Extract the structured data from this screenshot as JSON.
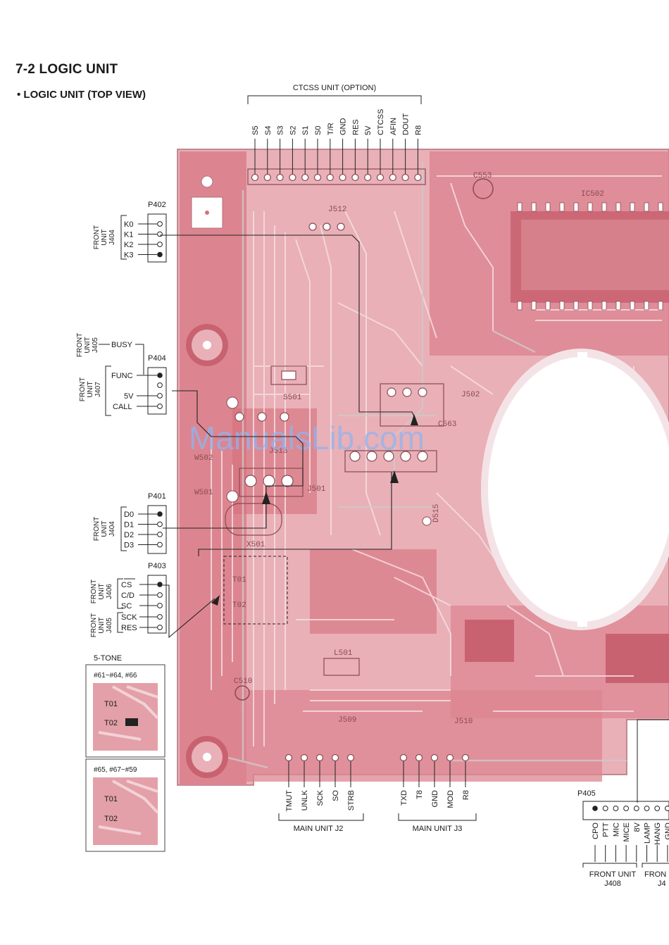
{
  "page": {
    "title": "7-2  LOGIC UNIT",
    "subtitle": "• LOGIC UNIT (TOP VIEW)",
    "watermark": "ManualsLib.com"
  },
  "ctcss": {
    "group_label": "CTCSS UNIT (OPTION)",
    "pins": [
      "S5",
      "S4",
      "S3",
      "S2",
      "S1",
      "S0",
      "T/R",
      "GND",
      "RES",
      "5V",
      "CTCSS",
      "AFIN",
      "DOUT",
      "R8"
    ]
  },
  "p402": {
    "label": "P402",
    "unit": [
      "FRONT",
      "UNIT",
      "J404"
    ],
    "pins": [
      "K0",
      "K1",
      "K2",
      "K3"
    ]
  },
  "busy": {
    "unit": [
      "FRONT",
      "UNIT",
      "J405"
    ],
    "pin": "BUSY"
  },
  "p404": {
    "label": "P404",
    "unit": [
      "FRONT",
      "UNIT",
      "J407"
    ],
    "pins": [
      "FUNC",
      "5V",
      "CALL"
    ]
  },
  "p401": {
    "label": "P401",
    "unit": [
      "FRONT",
      "UNIT",
      "J404"
    ],
    "pins": [
      "D0",
      "D1",
      "D2",
      "D3"
    ]
  },
  "p403": {
    "label": "P403",
    "unit_a": [
      "FRONT",
      "UNIT",
      "J406"
    ],
    "unit_b": [
      "FRONT",
      "UNIT",
      "J405"
    ],
    "pins": [
      "CS",
      "C/D",
      "SC",
      "SCK",
      "RES"
    ]
  },
  "five_tone": {
    "label": "5-TONE",
    "box1": {
      "caption": "#61~#64, #66",
      "t01": "T01",
      "t02": "T02"
    },
    "box2": {
      "caption": "#65, #67~#59",
      "t01": "T01",
      "t02": "T02"
    }
  },
  "main_j2": {
    "label": "MAIN UNIT J2",
    "pins": [
      "TMUT",
      "UNLK",
      "SCK",
      "SO",
      "STRB"
    ]
  },
  "main_j3": {
    "label": "MAIN UNIT J3",
    "pins": [
      "TXD",
      "T8",
      "GND",
      "MOD",
      "R8"
    ]
  },
  "p405": {
    "label": "P405",
    "pins": [
      "CPO",
      "PTT",
      "MIC",
      "MICE",
      "8V",
      "LAMP",
      "HANG",
      "GND"
    ],
    "front_label": "FRONT UNIT",
    "front_jack": "J408",
    "front2_label": "FRON",
    "front2_jack": "J4"
  },
  "board_labels": {
    "c553": "C553",
    "ic502": "IC502",
    "j512": "J512",
    "j502": "J502",
    "c563": "C563",
    "s501": "S501",
    "w502": "W502",
    "w501": "W501",
    "j513": "J513",
    "j501": "J501",
    "d515": "D515",
    "x501": "X501",
    "t01": "T01",
    "t02": "T02",
    "l501": "L501",
    "c510": "C510",
    "j509": "J509",
    "j510": "J510"
  },
  "colors": {
    "board": "#e9b0b7",
    "copper": "#d6707c",
    "trace": "#f3d2d6",
    "silkscreen": "#8a4a52"
  }
}
